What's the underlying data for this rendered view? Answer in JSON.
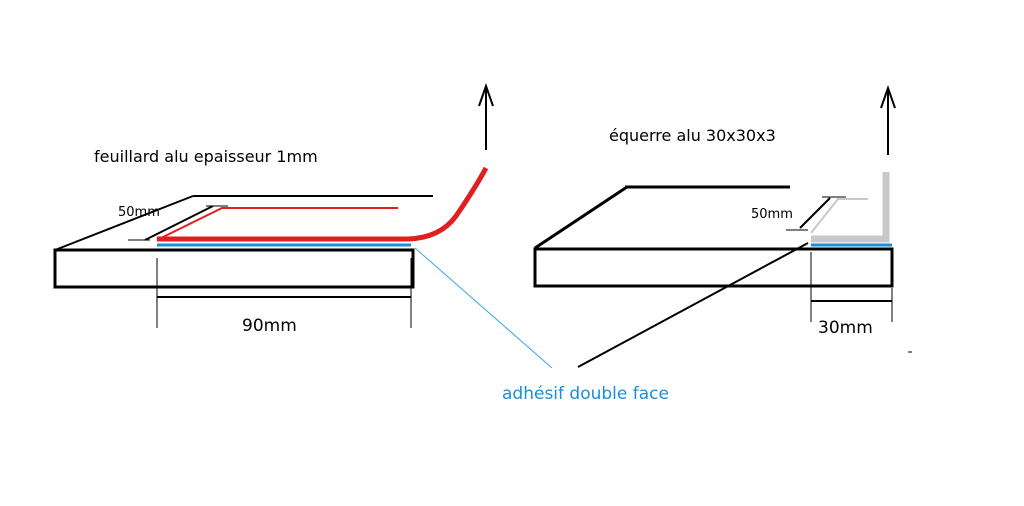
{
  "left_diagram": {
    "title": "feuillard alu epaisseur 1mm",
    "depth_label": "50mm",
    "width_label": "90mm"
  },
  "right_diagram": {
    "title": "équerre alu 30x30x3",
    "depth_label": "50mm",
    "width_label": "30mm"
  },
  "shared_label": "adhésif double face",
  "colors": {
    "outline": "#000000",
    "strip": "#e02020",
    "adhesive": "#1a8fd6",
    "angle": "#c8c8c8",
    "leader_blue": "#3aa6e0"
  }
}
